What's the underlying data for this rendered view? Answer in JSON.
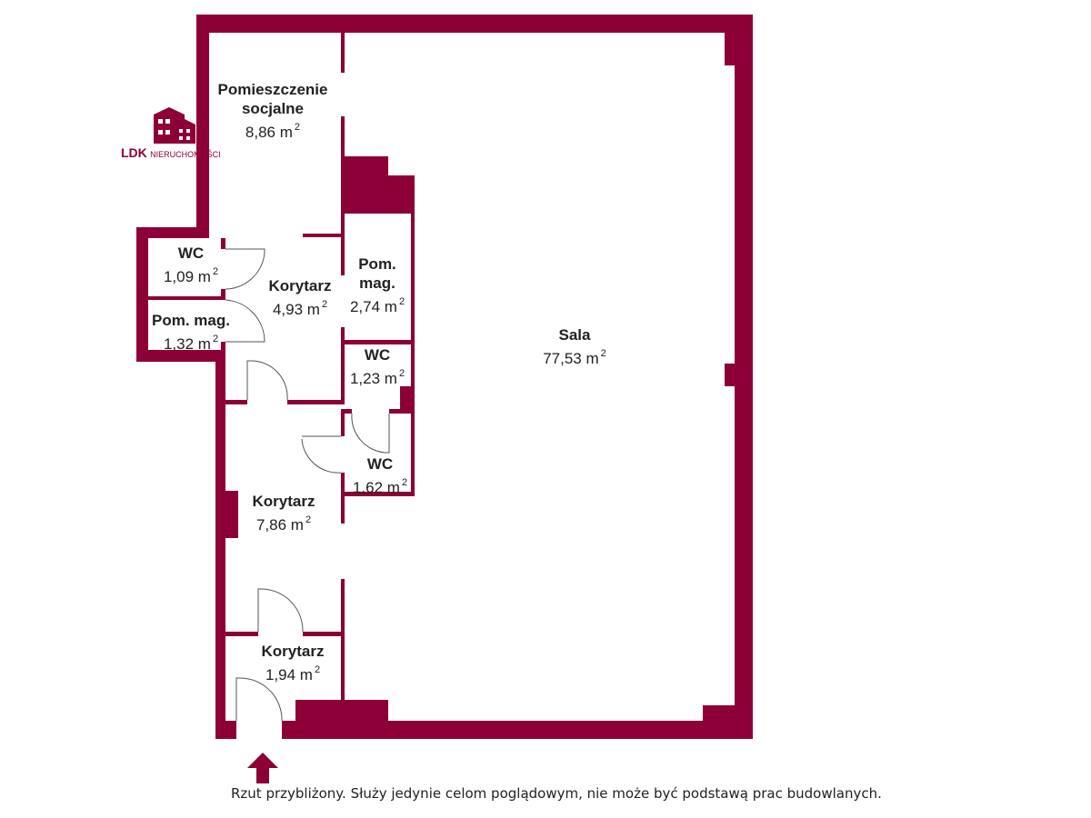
{
  "logo": {
    "brand": "LDK",
    "sub": "NIERUCHOMOŚCI"
  },
  "colors": {
    "wall": "#8c0037",
    "text": "#222222"
  },
  "unit": "m",
  "unit_power": "2",
  "rooms": [
    {
      "name": "Pomieszczenie",
      "name2": "socjalne",
      "area": "8,86"
    },
    {
      "name": "WC",
      "area": "1,09"
    },
    {
      "name": "Pom. mag.",
      "area": "1,32"
    },
    {
      "name": "Korytarz",
      "area": "4,93"
    },
    {
      "name": "Pom.",
      "name2": "mag.",
      "area": "2,74"
    },
    {
      "name": "WC",
      "area": "1,23"
    },
    {
      "name": "WC",
      "area": "1,62"
    },
    {
      "name": "Korytarz",
      "area": "7,86"
    },
    {
      "name": "Korytarz",
      "area": "1,94"
    },
    {
      "name": "Sala",
      "area": "77,53"
    }
  ],
  "entrance_icon": "arrow-up-icon",
  "disclaimer": "Rzut przybliżony. Służy jedynie celom poglądowym, nie może być podstawą prac budowlanych."
}
